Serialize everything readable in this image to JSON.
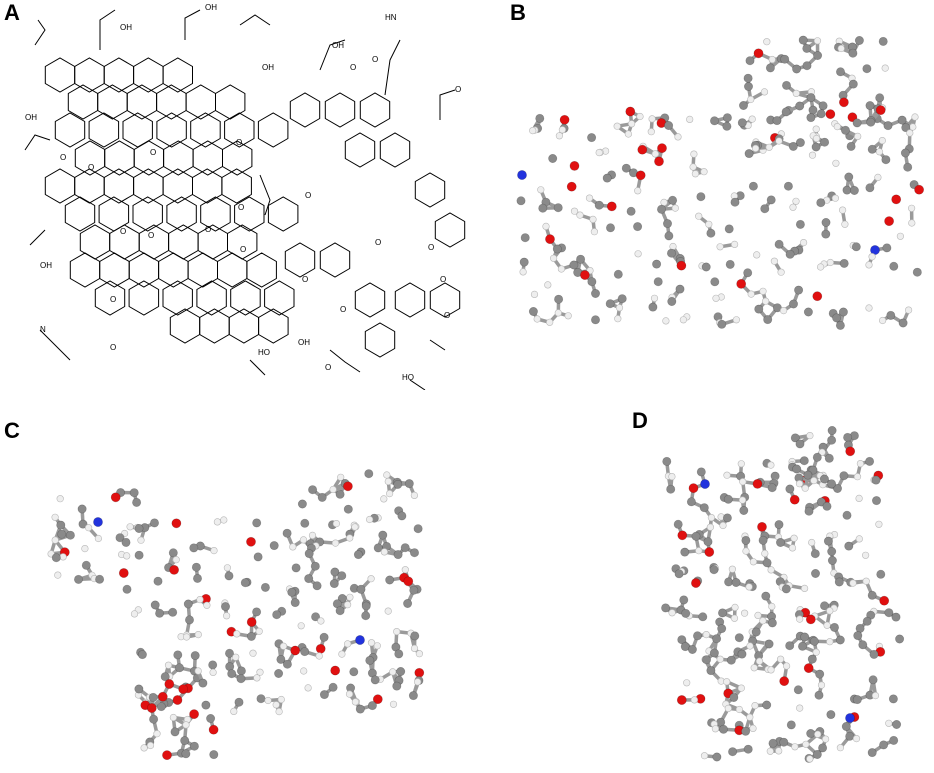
{
  "panels": {
    "a": {
      "label": "A",
      "atom_labels": [
        "OH",
        "OH",
        "OH",
        "HN",
        "O",
        "OH",
        "O",
        "OH",
        "O",
        "O",
        "O",
        "O",
        "O",
        "O",
        "O",
        "O",
        "OH",
        "O",
        "O",
        "O",
        "O",
        "O",
        "O",
        "O",
        "N",
        "O",
        "O",
        "HO",
        "OH",
        "O",
        "HO",
        "O",
        "O"
      ]
    },
    "b": {
      "label": "B"
    },
    "c": {
      "label": "C"
    },
    "d": {
      "label": "D"
    }
  },
  "colors": {
    "carbon": "#8a8a8a",
    "hydrogen": "#eeeeee",
    "oxygen": "#e01010",
    "nitrogen": "#2233dd",
    "bond": "#9a9a9a",
    "line": "#000000"
  }
}
